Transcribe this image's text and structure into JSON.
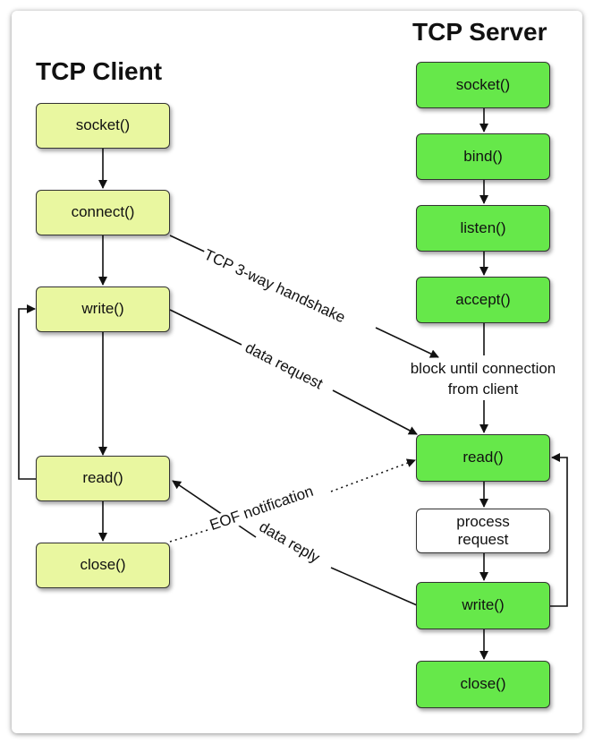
{
  "client": {
    "title": "TCP Client",
    "socket": "socket()",
    "connect": "connect()",
    "write": "write()",
    "read": "read()",
    "close": "close()"
  },
  "server": {
    "title": "TCP Server",
    "socket": "socket()",
    "bind": "bind()",
    "listen": "listen()",
    "accept": "accept()",
    "block_note_line1": "block until connection",
    "block_note_line2": "from client",
    "read": "read()",
    "process_line1": "process",
    "process_line2": "request",
    "write": "write()",
    "close": "close()"
  },
  "edges": {
    "handshake": "TCP 3-way handshake",
    "data_request": "data request",
    "eof": "EOF notification",
    "data_reply": "data reply"
  },
  "colors": {
    "client_box": "#e9f7a0",
    "server_box": "#66e84a",
    "process_box": "#ffffff",
    "line": "#111111"
  }
}
